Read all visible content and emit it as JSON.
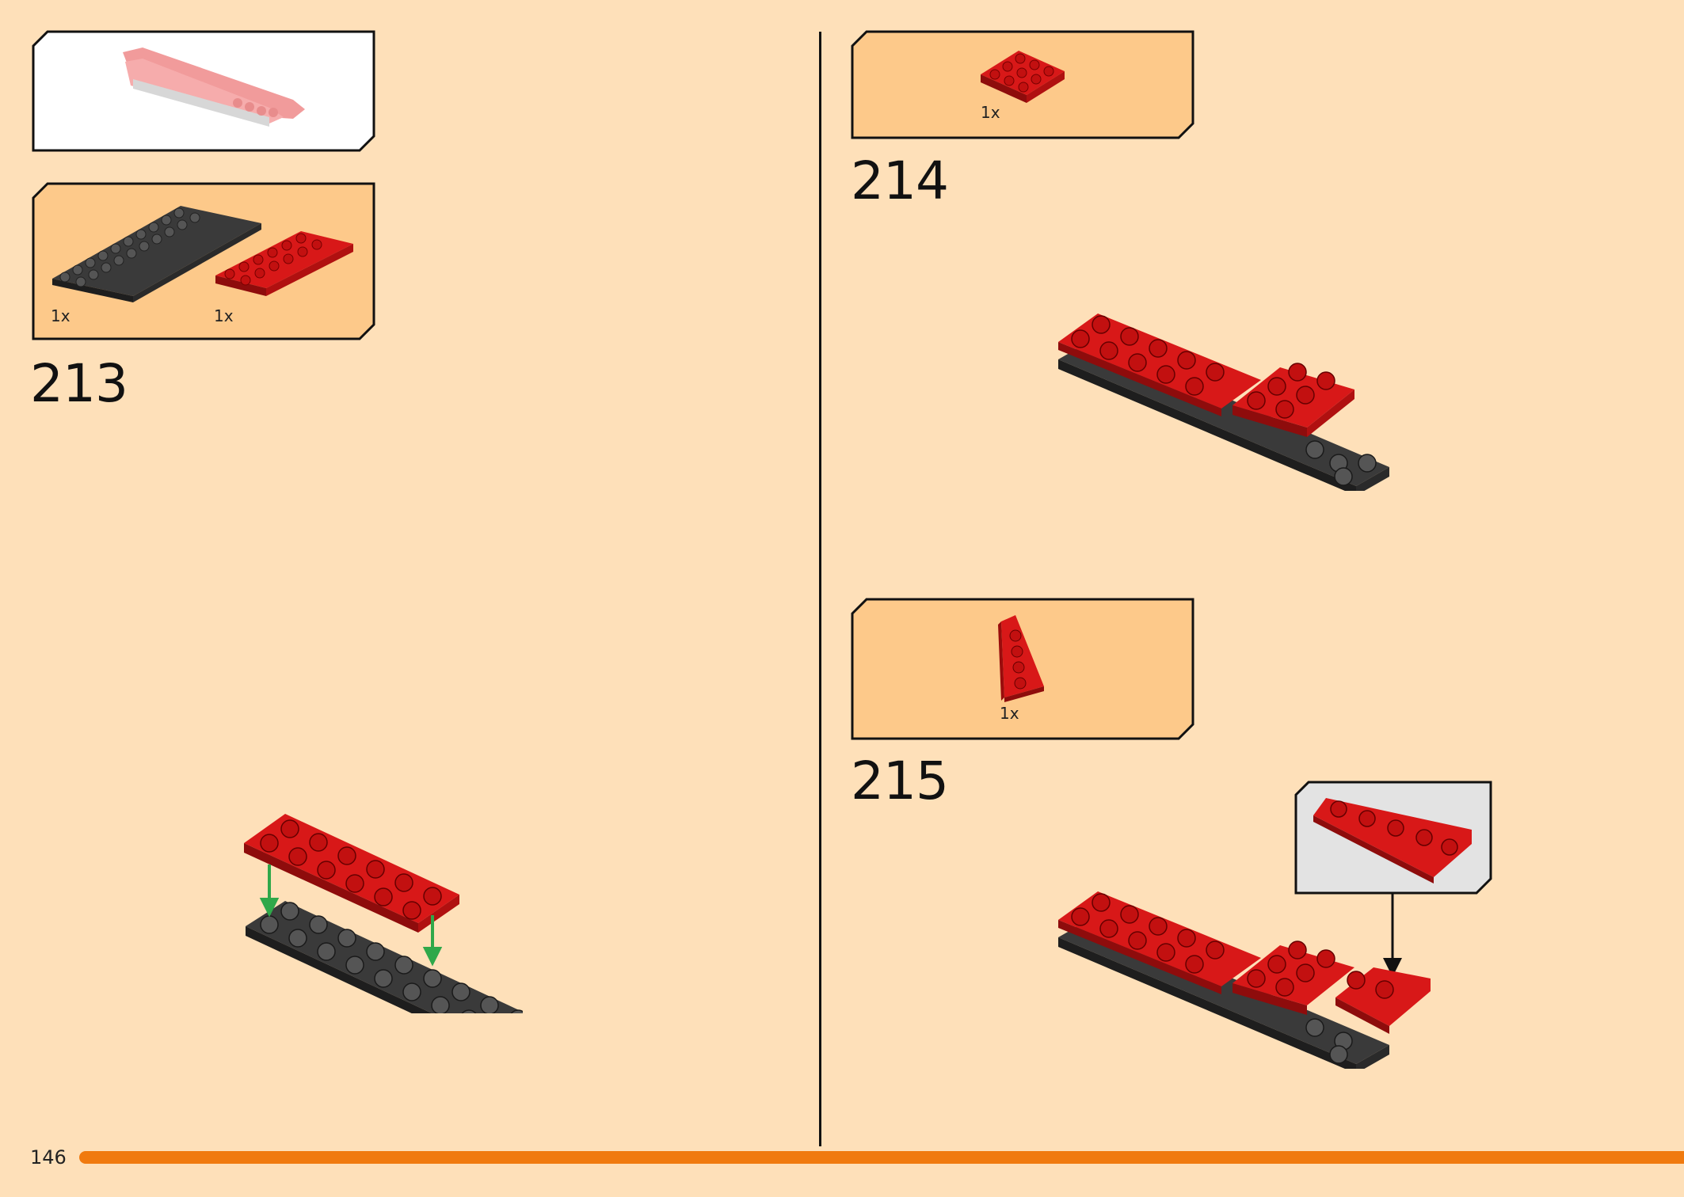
{
  "page": {
    "page_number": "146",
    "accent_color": "#f07a0f",
    "background_color": "#fee0b9",
    "panel_fill": "#fdc98a"
  },
  "left": {
    "sub_model_preview": {
      "icon": "red-wing-assembly-icon"
    },
    "step_213": {
      "step_number": "213",
      "parts": [
        {
          "icon": "black-plate-2x10-icon",
          "quantity": "1x"
        },
        {
          "icon": "red-plate-2x6-icon",
          "quantity": "1x"
        }
      ]
    }
  },
  "right": {
    "step_214": {
      "step_number": "214",
      "parts": [
        {
          "icon": "red-plate-2x3-icon",
          "quantity": "1x"
        }
      ]
    },
    "step_215": {
      "step_number": "215",
      "parts": [
        {
          "icon": "red-wedge-plate-icon",
          "quantity": "1x"
        }
      ]
    }
  }
}
